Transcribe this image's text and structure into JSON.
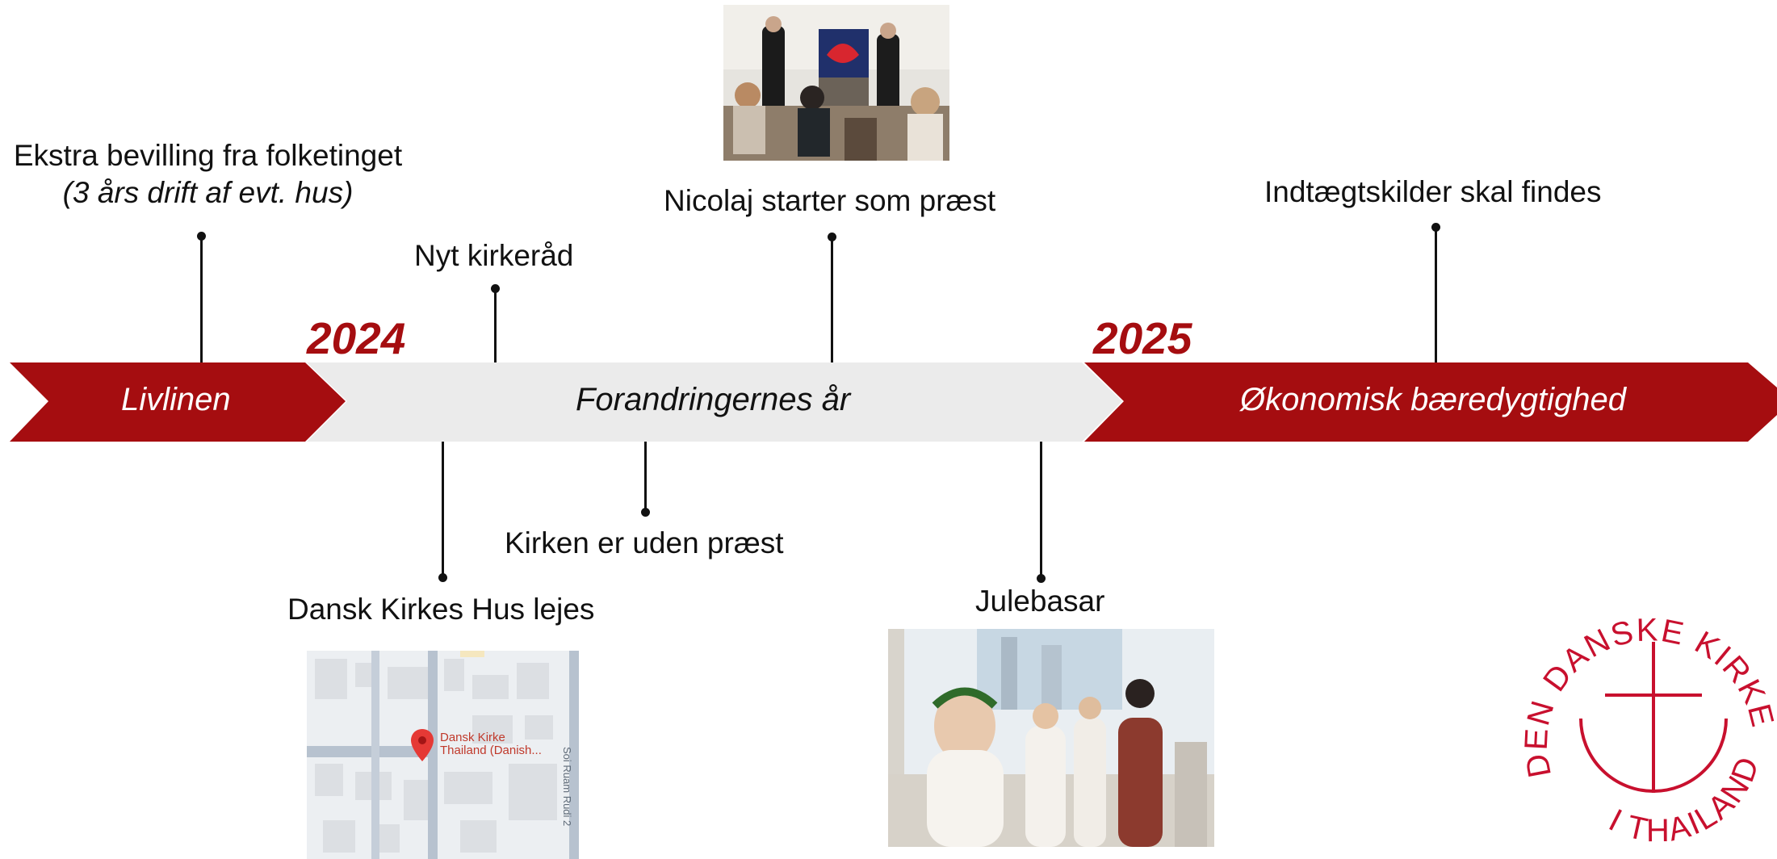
{
  "timeline": {
    "years": {
      "y2024": "2024",
      "y2025": "2025"
    },
    "bands": {
      "livlinen": "Livlinen",
      "forandring": "Forandringernes år",
      "okonomi": "Økonomisk bæredygtighed"
    },
    "events": {
      "ekstra_line1": "Ekstra bevilling fra folketinget",
      "ekstra_line2": "(3 års drift af evt. hus)",
      "nyt_kirkeraad": "Nyt kirkeråd",
      "nicolaj": "Nicolaj starter som præst",
      "indtaegt": "Indtægtskilder skal findes",
      "kirken_uden": "Kirken er uden præst",
      "dansk_hus": "Dansk Kirkes Hus lejes",
      "julebasar": "Julebasar"
    }
  },
  "map": {
    "pin_label_line1": "Dansk Kirke",
    "pin_label_line2": "Thailand (Danish...",
    "street": "Soi Ruam Rudi 2"
  },
  "logo": {
    "top_text": "DEN DANSKE KIRKE",
    "bottom_text": "I THAILAND"
  },
  "colors": {
    "brand_red": "#a50d10",
    "band_gray": "#ebebeb"
  }
}
